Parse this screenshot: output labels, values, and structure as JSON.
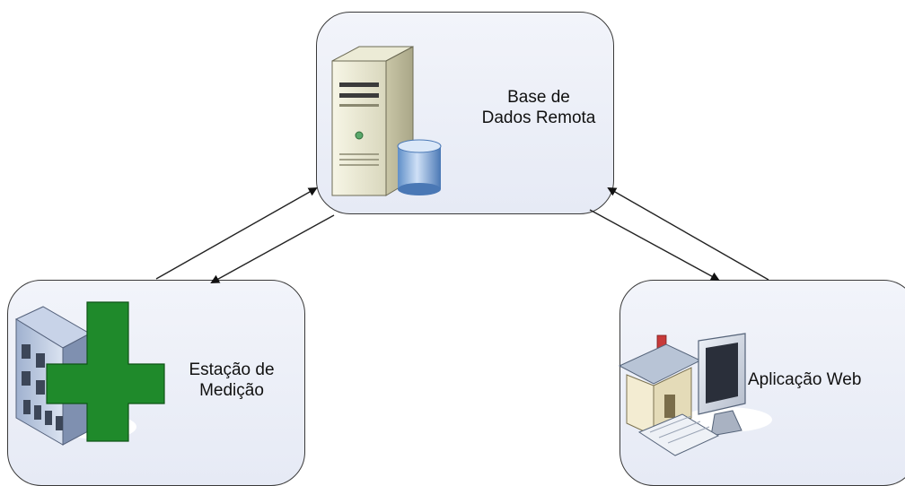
{
  "nodes": {
    "database": {
      "line1": "Base de",
      "line2": "Dados Remota"
    },
    "station": {
      "line1": "Estação de",
      "line2": "Medição"
    },
    "web": {
      "line1": "Aplicação Web"
    }
  },
  "edges": [
    {
      "from": "Estação de Medição",
      "to": "Base de Dados Remota"
    },
    {
      "from": "Base de Dados Remota",
      "to": "Estação de Medição"
    },
    {
      "from": "Base de Dados Remota",
      "to": "Aplicação Web"
    },
    {
      "from": "Aplicação Web",
      "to": "Base de Dados Remota"
    }
  ],
  "icons": {
    "database": "server-database-icon",
    "station": "hospital-building-icon",
    "web": "home-computer-icon"
  },
  "colors": {
    "node_fill": "#e8ecf6",
    "node_border": "#3a3a3a",
    "cross": "#1f8a2b",
    "arrow": "#222222"
  }
}
